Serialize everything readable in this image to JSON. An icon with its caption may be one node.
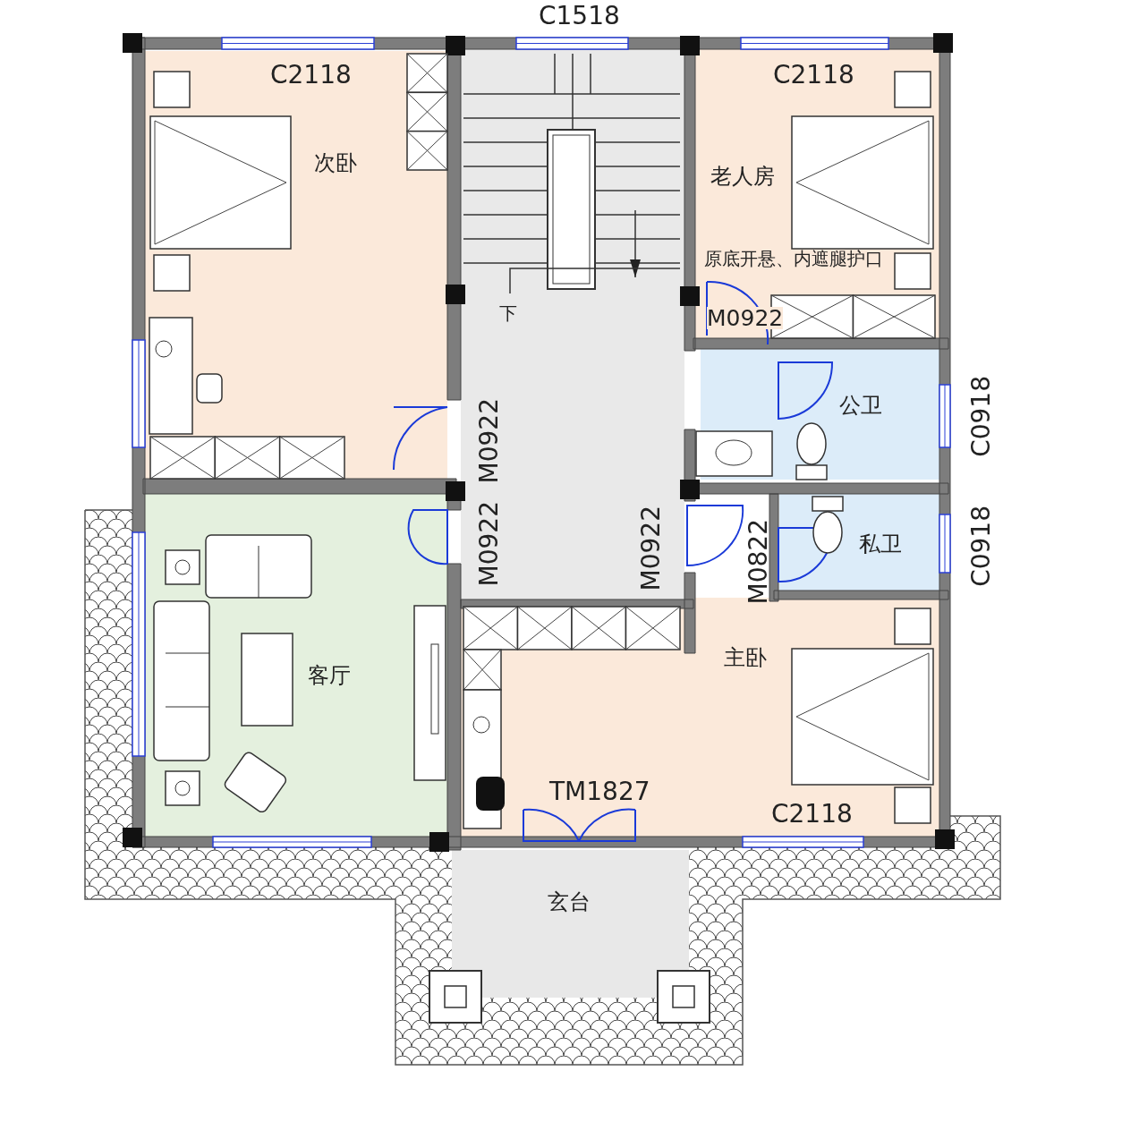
{
  "diagram": {
    "nodes": [
      {
        "text": [
          "次卧"
        ]
      },
      {
        "text": [
          "老人房"
        ]
      },
      {
        "text": [
          "公卫"
        ]
      },
      {
        "text": [
          "私卫"
        ]
      },
      {
        "text": [
          "客厅"
        ]
      },
      {
        "text": [
          "主卧"
        ]
      },
      {
        "text": [
          "玄台"
        ]
      }
    ],
    "labels": [
      "C1518",
      "C2118",
      "C2118",
      "原底开悬、内遮腿护口",
      "下",
      "M0922",
      "M0922",
      "C0918",
      "M0922",
      "M0922",
      "M0822",
      "C0918",
      "TM1827",
      "C2118"
    ]
  }
}
